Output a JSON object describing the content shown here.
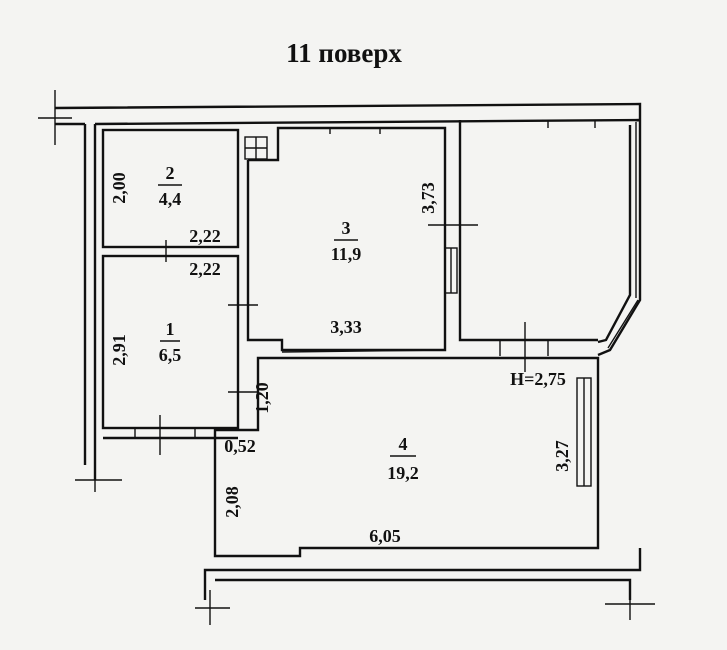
{
  "title": "11 поверх",
  "rooms": [
    {
      "number": "2",
      "area": "4,4"
    },
    {
      "number": "3",
      "area": "11,9"
    },
    {
      "number": "1",
      "area": "6,5"
    },
    {
      "number": "4",
      "area": "19,2"
    }
  ],
  "dimensions": {
    "room2_height": "2,00",
    "room2_width": "2,22",
    "room1_width": "2,22",
    "room1_height": "2,91",
    "room3_height": "3,73",
    "room3_width": "3,33",
    "passage_height": "1,20",
    "passage_width": "0,52",
    "room4_left_height": "2,08",
    "room4_right_height": "3,27",
    "room4_width": "6,05"
  },
  "ceiling_height": "H=2,75"
}
